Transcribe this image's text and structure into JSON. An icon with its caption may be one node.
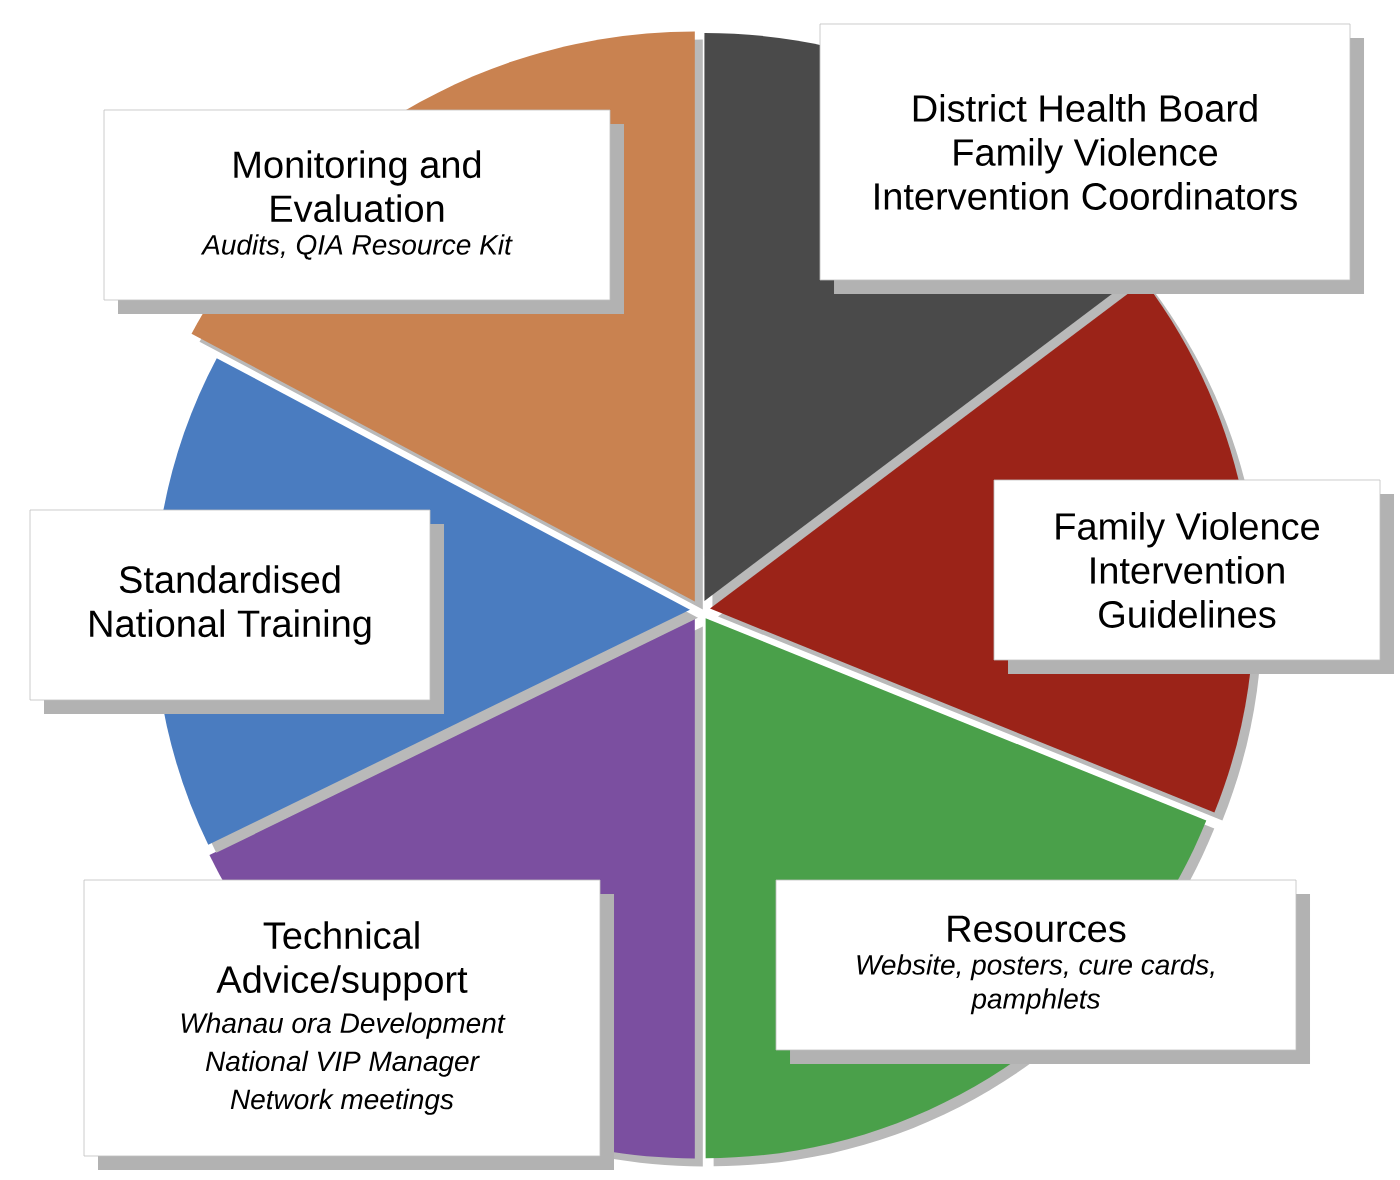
{
  "diagram": {
    "nodes": [
      {
        "text": [
          "District Health Board Family Violence Intervention Coordinators"
        ]
      },
      {
        "text": [
          "Monitoring and Evaluation",
          "Audits, QIA Resource Kit"
        ]
      },
      {
        "text": [
          "Family Violence Intervention Guidelines"
        ]
      },
      {
        "text": [
          "Standardised National Training"
        ]
      },
      {
        "text": [
          "Resources",
          "Website, posters, cure cards, pamphlets"
        ]
      },
      {
        "text": [
          "Technical Advice/support",
          "Whanau ora Development",
          "National VIP Manager",
          "Network meetings"
        ]
      }
    ]
  }
}
